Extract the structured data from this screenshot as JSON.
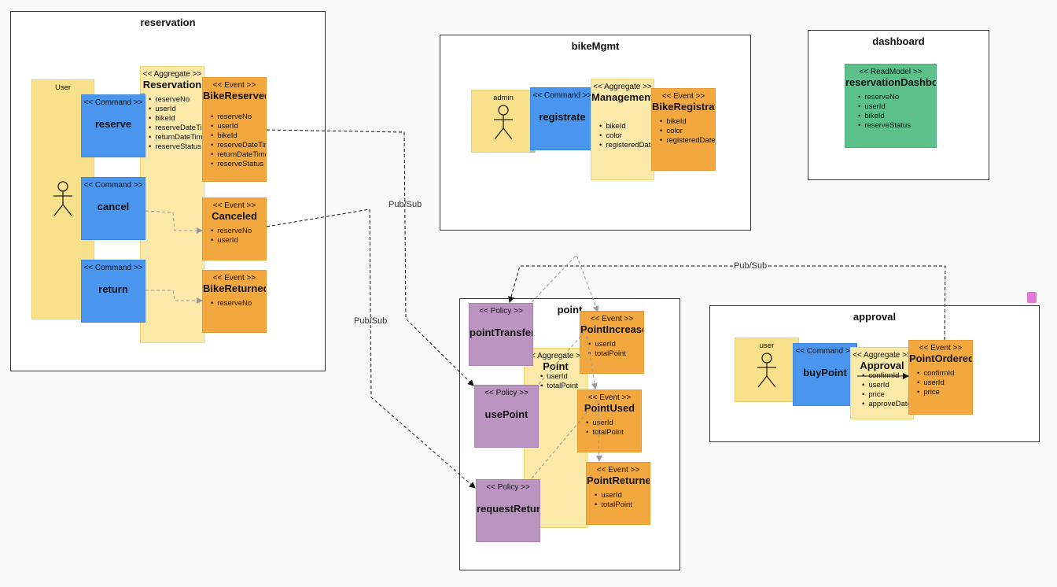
{
  "bounded_contexts": {
    "reservation": "reservation",
    "bikeMgmt": "bikeMgmt",
    "dashboard": "dashboard",
    "point": "point",
    "approval": "approval"
  },
  "stereotypes": {
    "command": "<< Command >>",
    "aggregate": "<< Aggregate >>",
    "event": "<< Event >>",
    "policy": "<< Policy >>",
    "readmodel": "<< ReadModel >>"
  },
  "reservation": {
    "actor": "User",
    "commands": [
      "reserve",
      "cancel",
      "return"
    ],
    "aggregate": {
      "name": "Reservation",
      "fields": [
        "reserveNo",
        "userId",
        "bikeId",
        "reserveDateTime",
        "returnDateTime",
        "reserveStatus"
      ]
    },
    "events": [
      {
        "name": "BikeReserved",
        "fields": [
          "reserveNo",
          "userId",
          "bikeId",
          "reserveDateTime",
          "returnDateTime",
          "reserveStatus"
        ]
      },
      {
        "name": "Canceled",
        "fields": [
          "reserveNo",
          "userId"
        ]
      },
      {
        "name": "BikeReturned",
        "fields": [
          "reserveNo"
        ]
      }
    ]
  },
  "bikeMgmt": {
    "actor": "admin",
    "command": "registrate",
    "aggregate": {
      "name": "Management",
      "fields": [
        "bikeId",
        "color",
        "registeredDate"
      ]
    },
    "event": {
      "name": "BikeRegistrated",
      "fields": [
        "bikeId",
        "color",
        "registeredDate"
      ]
    }
  },
  "dashboard": {
    "readmodel": {
      "name": "reservationDashboard",
      "fields": [
        "reserveNo",
        "userId",
        "bikeId",
        "reserveStatus"
      ]
    }
  },
  "point": {
    "policies": [
      "pointTransfer",
      "usePoint",
      "requestReturn"
    ],
    "aggregate": {
      "name": "Point",
      "fields": [
        "userId",
        "totalPoint"
      ]
    },
    "events": [
      {
        "name": "PointIncreased",
        "fields": [
          "userId",
          "totalPoint"
        ]
      },
      {
        "name": "PointUsed",
        "fields": [
          "userId",
          "totalPoint"
        ]
      },
      {
        "name": "PointReturned",
        "fields": [
          "userId",
          "totalPoint"
        ]
      }
    ]
  },
  "approval": {
    "actor": "user",
    "command": "buyPoint",
    "aggregate": {
      "name": "Approval",
      "fields": [
        "confirmId",
        "userId",
        "price",
        "approveDate"
      ]
    },
    "event": {
      "name": "PointOrdered",
      "fields": [
        "confirmId",
        "userId",
        "price"
      ]
    }
  },
  "edge_labels": {
    "pubsub": "Pub/Sub"
  },
  "colors": {
    "actor": "#f9e08a",
    "command": "#4a95ee",
    "aggregate": "#fbe9a9",
    "event": "#f3a73f",
    "policy": "#bb94c1",
    "readmodel": "#5bc08a"
  }
}
